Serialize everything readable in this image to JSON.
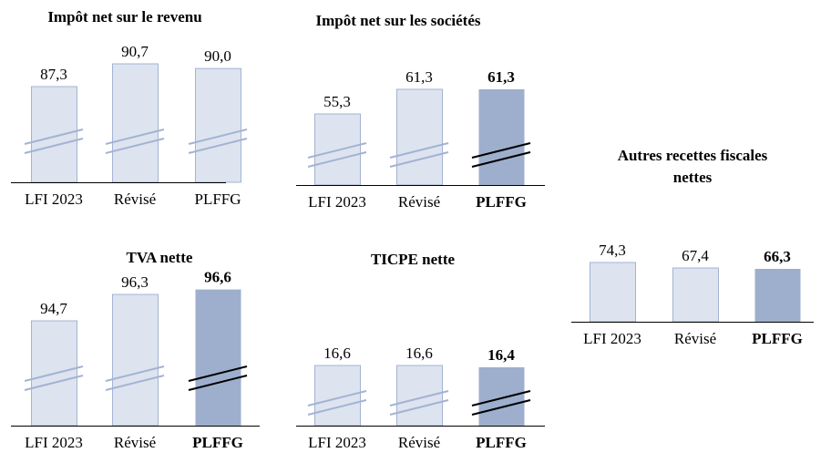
{
  "chart_data": [
    {
      "type": "bar",
      "title": "Impôt net sur le revenu",
      "categories": [
        "LFI 2023",
        "Révisé",
        "PLFFG"
      ],
      "values": [
        87.3,
        90.7,
        90.0
      ],
      "value_labels": [
        "87,3",
        "90,7",
        "90,0"
      ],
      "highlight": [
        false,
        false,
        false
      ],
      "broken_axis": true
    },
    {
      "type": "bar",
      "title": "Impôt net sur les sociétés",
      "categories": [
        "LFI 2023",
        "Révisé",
        "PLFFG"
      ],
      "values": [
        55.3,
        61.3,
        61.3
      ],
      "value_labels": [
        "55,3",
        "61,3",
        "61,3"
      ],
      "highlight": [
        false,
        false,
        true
      ],
      "broken_axis": true
    },
    {
      "type": "bar",
      "title": "TVA nette",
      "categories": [
        "LFI 2023",
        "Révisé",
        "PLFFG"
      ],
      "values": [
        94.7,
        96.3,
        96.6
      ],
      "value_labels": [
        "94,7",
        "96,3",
        "96,6"
      ],
      "highlight": [
        false,
        false,
        true
      ],
      "broken_axis": true
    },
    {
      "type": "bar",
      "title": "TICPE nette",
      "categories": [
        "LFI 2023",
        "Révisé",
        "PLFFG"
      ],
      "values": [
        16.6,
        16.6,
        16.4
      ],
      "value_labels": [
        "16,6",
        "16,6",
        "16,4"
      ],
      "highlight": [
        false,
        false,
        true
      ],
      "broken_axis": true
    },
    {
      "type": "bar",
      "title": [
        "Autres recettes fiscales",
        "nettes"
      ],
      "categories": [
        "LFI 2023",
        "Révisé",
        "PLFFG"
      ],
      "values": [
        74.3,
        67.4,
        66.3
      ],
      "value_labels": [
        "74,3",
        "67,4",
        "66,3"
      ],
      "highlight": [
        false,
        false,
        true
      ],
      "broken_axis": false
    }
  ],
  "colors": {
    "light_fill": "#dde4ef",
    "light_stroke": "#a3b3d3",
    "dark_fill": "#9dafcc",
    "break_light": "#a3b3d3",
    "break_dark": "#000000"
  }
}
